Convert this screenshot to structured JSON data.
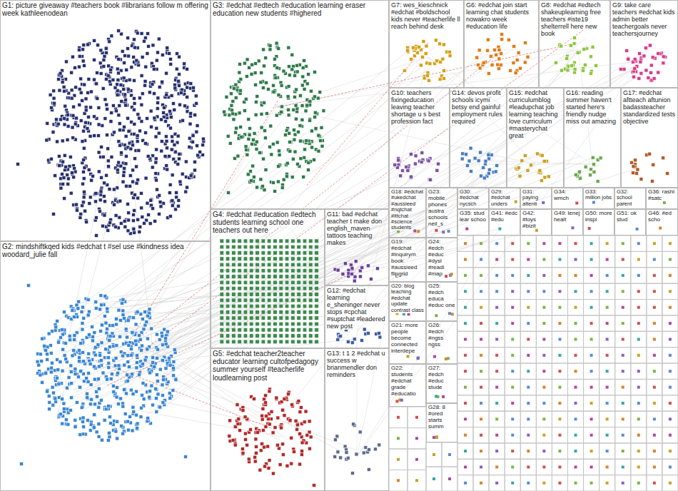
{
  "diagram": {
    "nodes": [
      {
        "text": [
          "G1: picture giveaway #teachers book #librarians follow m offering week kathleenodean"
        ]
      },
      {
        "text": [
          "G3: #edchat #edtech #education learning eraser education new students #highered"
        ]
      },
      {
        "text": [
          "G7: wes_kieschnick #edchat #boldschool kids never #teacherlife ll reach behind desk"
        ]
      },
      {
        "text": [
          "G6: #edchat join start learning chat students nowakro week #education life"
        ]
      },
      {
        "text": [
          "G8: #edchat #edtech shakeuplearning free teachers #iste19 shelterrell here new book"
        ]
      },
      {
        "text": [
          "G9: take care teachers #edchat kids admin better teachergoals never teachersjourney"
        ]
      },
      {
        "text": [
          "G10: teachers fixingeducation leaving teacher shortage u s best profession fact"
        ]
      },
      {
        "text": [
          "G14: devos profit schools icymi betsy end gainful employment rules required"
        ]
      },
      {
        "text": [
          "G15: #edchat curriculumblog #leadupchat job learning teaching love curriculum #masterychat great"
        ]
      },
      {
        "text": [
          "G16: reading summer haven't started here's friendly nudge miss out amazing"
        ]
      },
      {
        "text": [
          "G17: #edchat aftteach aftunion badassteacher standardized tests objective"
        ]
      },
      {
        "text": [
          "G2: mindshiftkqed kids #edchat t #sel use #kindness idea woodard_julie fall"
        ]
      },
      {
        "text": [
          "G4: #edchat #education #edtech students learning school one teachers out here"
        ]
      },
      {
        "text": [
          "G11: bad #edchat teacher t make don english_maven tattoos teaching makes"
        ]
      },
      {
        "text": [
          "G12: #edchat learning e_sheninger never stops #cpchat #suptchat #leadered new post"
        ]
      },
      {
        "text": [
          "G5: #edchat teacher2teacher educator learning cultofpedagogy summer yourself #teacherlife loudlearning post"
        ]
      },
      {
        "text": [
          "G13: t 1 2 #edchat u success w brianmendler don reminders"
        ]
      },
      {
        "text": [
          "G18: #edchat #ukedchat #aussieed #nqtchat #ittchat #science students"
        ]
      },
      {
        "text": [
          "G19: #edchat #inquirym book #aussieed flipgrid"
        ]
      },
      {
        "text": [
          "G20: blog teaching #edchat update contrast class"
        ]
      },
      {
        "text": [
          "G21: more people become connected interdepe"
        ]
      },
      {
        "text": [
          "G22: students #edchat grade #educatio"
        ]
      },
      {
        "text": [
          "G23: mobile phones austra schools neil_s"
        ]
      },
      {
        "text": [
          "G24: #edch #educ #dysl #readi #map"
        ]
      },
      {
        "text": [
          "G25: #edch educa #educ one"
        ]
      },
      {
        "text": [
          "G26: #edch #ngss ngss"
        ]
      },
      {
        "text": [
          "G27: #edch #educ stude"
        ]
      },
      {
        "text": [
          "G28: 8 #ored starts summ"
        ]
      },
      {
        "text": [
          "G30: #edchat nycsch"
        ]
      },
      {
        "text": [
          "G29: #edchat unders"
        ]
      },
      {
        "text": [
          "G31: paying attenti"
        ]
      },
      {
        "text": [
          "G34: wmch"
        ]
      },
      {
        "text": [
          "G33: million jobs"
        ]
      },
      {
        "text": [
          "G32: school parent"
        ]
      },
      {
        "text": [
          "G36: rashi #satc"
        ]
      },
      {
        "text": [
          "G35: stud lear schoo"
        ]
      },
      {
        "text": [
          "G41: #edc #edu"
        ]
      },
      {
        "text": [
          "G42: #toys #bizit"
        ]
      },
      {
        "text": [
          "G49: lenej healt"
        ]
      },
      {
        "text": [
          "G50: more inspi"
        ]
      },
      {
        "text": [
          "G51: ok stud"
        ]
      },
      {
        "text": [
          "G46: #ed scho"
        ]
      }
    ]
  }
}
